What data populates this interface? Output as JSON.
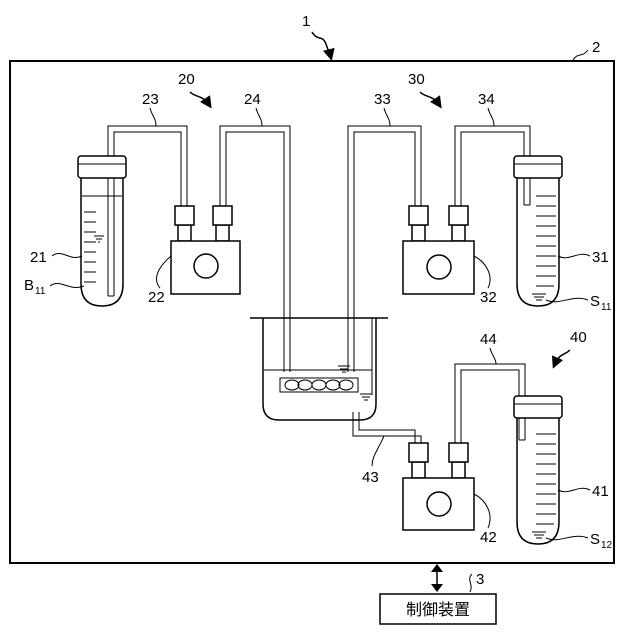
{
  "labels": {
    "system": "1",
    "enclosure": "2",
    "controller_ref": "3",
    "controller_text": "制御装置",
    "unit_a": "20",
    "unit_b": "30",
    "unit_c": "40",
    "tube_a": "21",
    "tube_b": "31",
    "tube_c": "41",
    "pump_a": "22",
    "pump_b": "32",
    "pump_c": "42",
    "pipe_23": "23",
    "pipe_24": "24",
    "pipe_33": "33",
    "pipe_34": "34",
    "pipe_43": "43",
    "pipe_44": "44",
    "liquid_b_main": "B",
    "liquid_b_sub": "11",
    "liquid_s1_main": "S",
    "liquid_s1_sub": "11",
    "liquid_s2_main": "S",
    "liquid_s2_sub": "12"
  }
}
